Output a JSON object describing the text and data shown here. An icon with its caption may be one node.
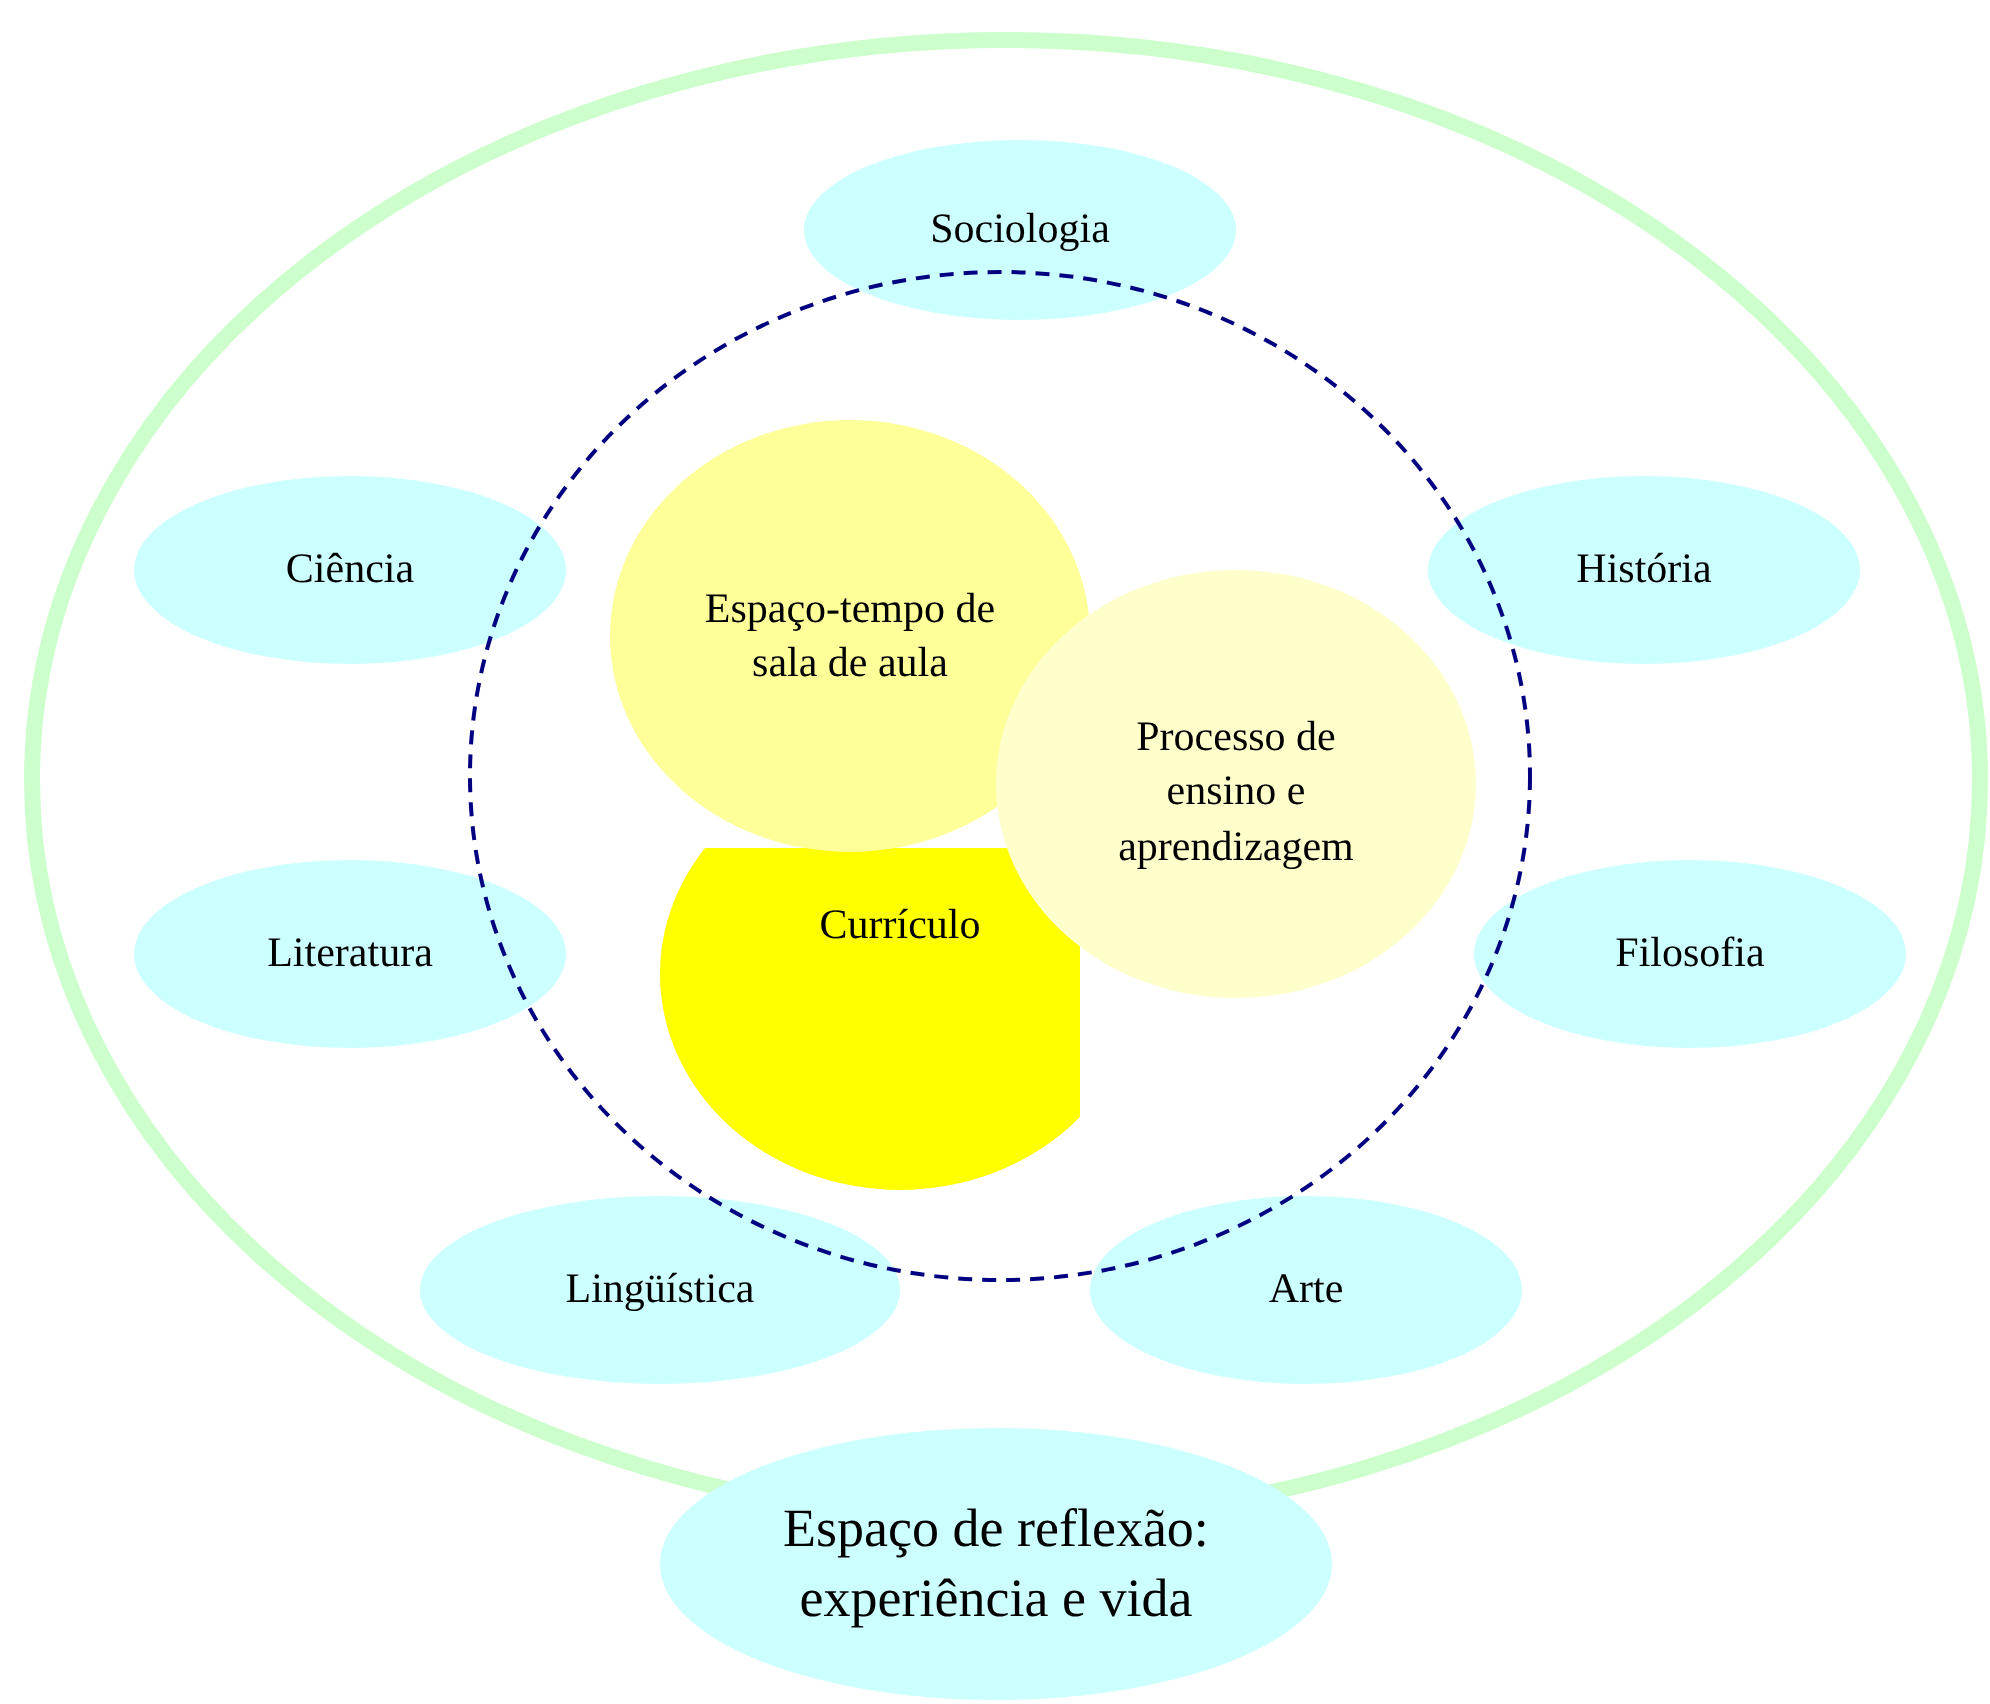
{
  "diagram": {
    "nodes": [
      {
        "text": [
          "Sociologia"
        ]
      },
      {
        "text": [
          "Ciência"
        ]
      },
      {
        "text": [
          "Espaço-tempo de sala de aula"
        ]
      },
      {
        "text": [
          "História"
        ]
      },
      {
        "text": [
          "Processo de ensino e aprendizagem"
        ]
      },
      {
        "text": [
          "Literatura"
        ]
      },
      {
        "text": [
          "Currículo"
        ]
      },
      {
        "text": [
          "Filosofia"
        ]
      },
      {
        "text": [
          "Lingüística"
        ]
      },
      {
        "text": [
          "Arte"
        ]
      },
      {
        "text": [
          "Espaço de reflexão: experiência e vida"
        ]
      }
    ]
  }
}
